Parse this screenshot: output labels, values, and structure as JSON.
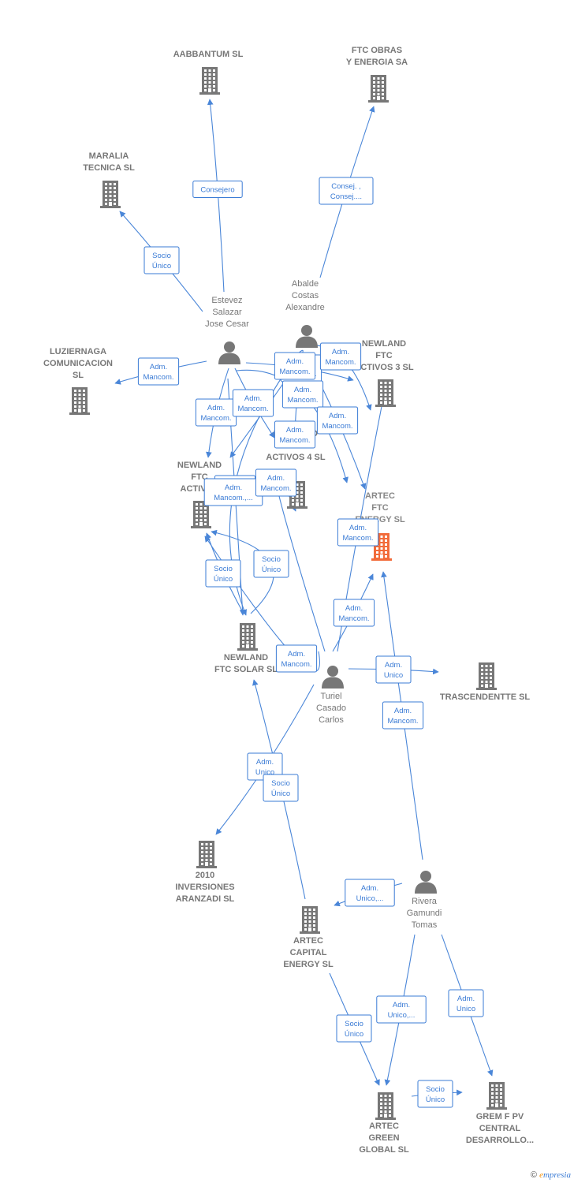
{
  "colors": {
    "edge": "#4a86d8",
    "company": "#777777",
    "focus": "#f26b3a",
    "person": "#777777"
  },
  "footer": {
    "copyright": "©",
    "brand_first": "e",
    "brand_rest": "mpresia"
  },
  "nodes": [
    {
      "id": "aabbantum",
      "type": "company",
      "lines": [
        "AABBANTUM SL"
      ]
    },
    {
      "id": "ftcobras",
      "type": "company",
      "lines": [
        "FTC OBRAS",
        "Y ENERGIA SA"
      ]
    },
    {
      "id": "maralia",
      "type": "company",
      "lines": [
        "MARALIA",
        "TECNICA SL"
      ]
    },
    {
      "id": "luziernaga",
      "type": "company",
      "lines": [
        "LUZIERNAGA",
        "COMUNICACION",
        "SL"
      ]
    },
    {
      "id": "estevez",
      "type": "person",
      "lines": [
        "Estevez",
        "Salazar",
        "Jose Cesar"
      ]
    },
    {
      "id": "abalde",
      "type": "person",
      "lines": [
        "Abalde",
        "Costas",
        "Alexandre"
      ]
    },
    {
      "id": "nf3",
      "type": "company",
      "lines": [
        "NEWLAND",
        "FTC",
        "ACTIVOS 3  SL"
      ]
    },
    {
      "id": "nfa",
      "type": "company",
      "lines": [
        "NEWLAND",
        "FTC",
        "ACTIVOS"
      ]
    },
    {
      "id": "nf4",
      "type": "company",
      "lines": [
        "NEWLAND",
        "FTC",
        "ACTIVOS 4  SL"
      ]
    },
    {
      "id": "artecftc",
      "type": "focus",
      "lines": [
        "ARTEC",
        "FTC",
        "ENERGY  SL"
      ]
    },
    {
      "id": "nfsolar",
      "type": "company",
      "lines": [
        "NEWLAND",
        "FTC SOLAR  SL"
      ]
    },
    {
      "id": "turiel",
      "type": "person",
      "lines": [
        "Turiel",
        "Casado",
        "Carlos"
      ]
    },
    {
      "id": "trascendentte",
      "type": "company",
      "lines": [
        "TRASCENDENTTE SL"
      ]
    },
    {
      "id": "inv2010",
      "type": "company",
      "lines": [
        "2010",
        "INVERSIONES",
        "ARANZADI SL"
      ]
    },
    {
      "id": "rivera",
      "type": "person",
      "lines": [
        "Rivera",
        "Gamundi",
        "Tomas"
      ]
    },
    {
      "id": "arteccap",
      "type": "company",
      "lines": [
        "ARTEC",
        "CAPITAL",
        "ENERGY  SL"
      ]
    },
    {
      "id": "artecgreen",
      "type": "company",
      "lines": [
        "ARTEC",
        "GREEN",
        "GLOBAL  SL"
      ]
    },
    {
      "id": "gremf",
      "type": "company",
      "lines": [
        "GREM F PV",
        "CENTRAL",
        "DESARROLLO..."
      ]
    }
  ],
  "edges": [
    {
      "from": "estevez",
      "to": "aabbantum",
      "label": [
        "Consejero"
      ]
    },
    {
      "from": "estevez",
      "to": "maralia",
      "label": [
        "Socio",
        "Único"
      ]
    },
    {
      "from": "abalde",
      "to": "ftcobras",
      "label": [
        "Consej. ,",
        "Consej...."
      ]
    },
    {
      "from": "estevez",
      "to": "luziernaga",
      "label": [
        "Adm.",
        "Mancom."
      ]
    },
    {
      "from": "estevez",
      "to": "nfa",
      "label": [
        "Adm.",
        "Mancom."
      ]
    },
    {
      "from": "estevez",
      "to": "nf4",
      "label": [
        "Adm.",
        "Mancom."
      ]
    },
    {
      "from": "estevez",
      "to": "nf3",
      "label": [
        "Adm.",
        "Mancom."
      ]
    },
    {
      "from": "estevez",
      "to": "artecftc",
      "label": [
        "Adm.",
        "Mancom."
      ]
    },
    {
      "from": "estevez",
      "to": "nfsolar",
      "label": [
        "Adm.",
        "Mancom."
      ]
    },
    {
      "from": "abalde",
      "to": "nf3",
      "label": [
        "Adm.",
        "Mancom."
      ]
    },
    {
      "from": "abalde",
      "to": "nfa",
      "label": [
        "Adm.",
        "Mancom."
      ]
    },
    {
      "from": "abalde",
      "to": "nf4",
      "label": [
        "Adm.",
        "Mancom."
      ]
    },
    {
      "from": "abalde",
      "to": "artecftc",
      "label": [
        "Adm.",
        "Mancom."
      ]
    },
    {
      "from": "abalde",
      "to": "nfsolar",
      "label": [
        "Adm.",
        "Mancom.,..."
      ]
    },
    {
      "from": "nfsolar",
      "to": "nfa",
      "label": [
        "Socio",
        "Único"
      ]
    },
    {
      "from": "nfsolar",
      "to": "nf4",
      "label": [
        "Socio",
        "Único"
      ]
    },
    {
      "from": "turiel",
      "to": "nfa",
      "label": [
        "Adm.",
        "Mancom."
      ]
    },
    {
      "from": "turiel",
      "to": "nf4",
      "label": [
        "Adm.",
        "Mancom."
      ]
    },
    {
      "from": "turiel",
      "to": "nf3",
      "label": [
        "Adm.",
        "Mancom."
      ]
    },
    {
      "from": "turiel",
      "to": "artecftc",
      "label": [
        "Adm.",
        "Mancom."
      ]
    },
    {
      "from": "turiel",
      "to": "trascendentte",
      "label": [
        "Adm.",
        "Unico"
      ]
    },
    {
      "from": "turiel",
      "to": "inv2010",
      "label": [
        "Adm.",
        "Unico"
      ]
    },
    {
      "from": "arteccap",
      "to": "nfsolar",
      "label": [
        "Socio",
        "Único"
      ]
    },
    {
      "from": "rivera",
      "to": "artecftc",
      "label": [
        "Adm.",
        "Mancom."
      ]
    },
    {
      "from": "rivera",
      "to": "arteccap",
      "label": [
        "Adm.",
        "Unico,..."
      ]
    },
    {
      "from": "rivera",
      "to": "artecgreen",
      "label": [
        "Adm.",
        "Unico,..."
      ]
    },
    {
      "from": "rivera",
      "to": "gremf",
      "label": [
        "Adm.",
        "Unico"
      ]
    },
    {
      "from": "arteccap",
      "to": "artecgreen",
      "label": [
        "Socio",
        "Único"
      ]
    },
    {
      "from": "artecgreen",
      "to": "gremf",
      "label": [
        "Socio",
        "Único"
      ]
    }
  ]
}
